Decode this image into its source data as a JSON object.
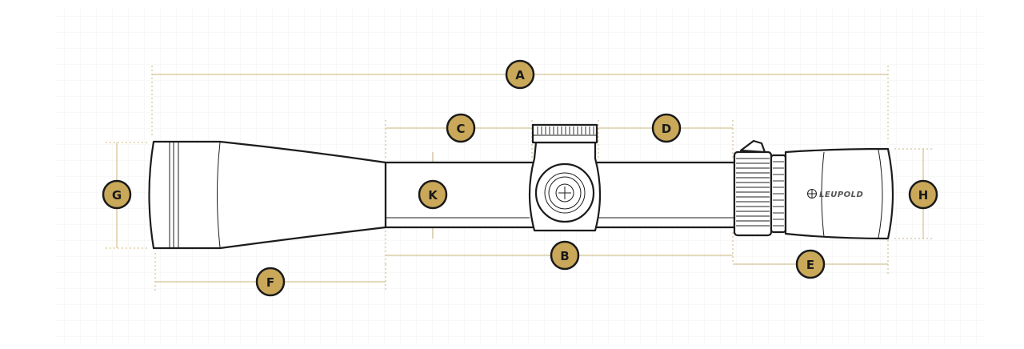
{
  "labels": {
    "A": "A",
    "B": "B",
    "C": "C",
    "D": "D",
    "E": "E",
    "F": "F",
    "G": "G",
    "H": "H",
    "K": "K"
  },
  "brand": "LEUPOLD",
  "colors": {
    "accent": "#c9a85a",
    "line": "#c8b47a",
    "outline": "#1c1c1c",
    "grid": "#f1f1f1"
  },
  "icons": [
    "reticle-icon",
    "logo-reticle-icon"
  ]
}
